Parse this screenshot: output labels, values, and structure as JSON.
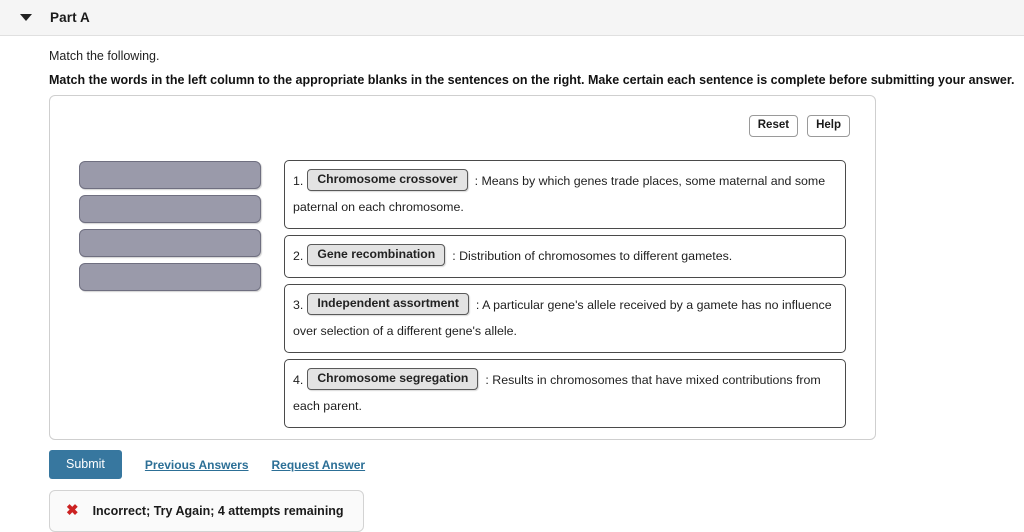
{
  "header": {
    "title": "Part A",
    "caret_icon": "chevron-down-icon"
  },
  "instructions": {
    "line1": "Match the following.",
    "line2": "Match the words in the left column to the appropriate blanks in the sentences on the right. Make certain each sentence is complete before submitting your answer."
  },
  "toolbar": {
    "reset_label": "Reset",
    "help_label": "Help"
  },
  "word_bank": {
    "slots": [
      {
        "label": "",
        "state": "empty"
      },
      {
        "label": "",
        "state": "empty"
      },
      {
        "label": "",
        "state": "empty"
      },
      {
        "label": "",
        "state": "empty"
      }
    ]
  },
  "sentences": [
    {
      "number": "1.",
      "word": "Chromosome crossover",
      "definition": ": Means by which genes trade places, some maternal and some paternal on each chromosome."
    },
    {
      "number": "2.",
      "word": "Gene recombination",
      "definition": ": Distribution of chromosomes to different gametes."
    },
    {
      "number": "3.",
      "word": "Independent assortment",
      "definition": ": A particular gene's allele received by a gamete has no influence over selection of a different gene's allele."
    },
    {
      "number": "4.",
      "word": "Chromosome segregation",
      "definition": ": Results in chromosomes that have mixed contributions from each parent."
    }
  ],
  "actions": {
    "submit_label": "Submit",
    "previous_answers_label": "Previous Answers",
    "request_answer_label": "Request Answer"
  },
  "feedback": {
    "icon": "cross-mark-icon",
    "icon_glyph": "✖",
    "message": "Incorrect; Try Again; 4 attempts remaining",
    "color": "#cc2222"
  },
  "colors": {
    "accent": "#37779f",
    "link": "#2c6f96",
    "header_bg": "#f5f5f5",
    "slot_fill": "#9a9aaa",
    "chip_fill": "#e3e3e3",
    "error": "#cc2222"
  }
}
